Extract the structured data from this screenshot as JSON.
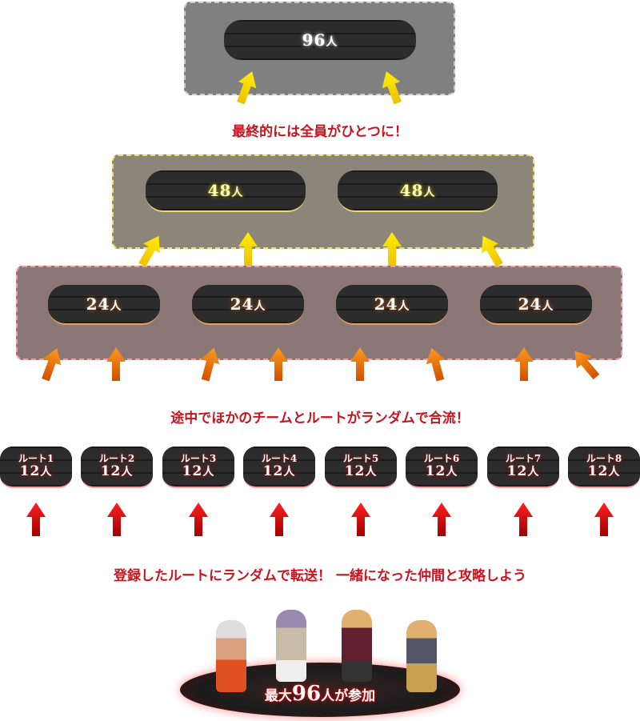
{
  "top": {
    "count": "96",
    "unit": "人"
  },
  "caption1": "最終的には全員がひとつに！",
  "level48": [
    {
      "count": "48",
      "unit": "人"
    },
    {
      "count": "48",
      "unit": "人"
    }
  ],
  "level24": [
    {
      "count": "24",
      "unit": "人"
    },
    {
      "count": "24",
      "unit": "人"
    },
    {
      "count": "24",
      "unit": "人"
    },
    {
      "count": "24",
      "unit": "人"
    }
  ],
  "caption2": "途中でほかのチームとルートがランダムで合流！",
  "routes": [
    {
      "label": "ルート1",
      "count": "12",
      "unit": "人"
    },
    {
      "label": "ルート2",
      "count": "12",
      "unit": "人"
    },
    {
      "label": "ルート3",
      "count": "12",
      "unit": "人"
    },
    {
      "label": "ルート4",
      "count": "12",
      "unit": "人"
    },
    {
      "label": "ルート5",
      "count": "12",
      "unit": "人"
    },
    {
      "label": "ルート6",
      "count": "12",
      "unit": "人"
    },
    {
      "label": "ルート7",
      "count": "12",
      "unit": "人"
    },
    {
      "label": "ルート8",
      "count": "12",
      "unit": "人"
    }
  ],
  "caption3": "登録したルートにランダムで転送！ 一緒になった仲間と攻略しよう",
  "footer": {
    "prefix": "最大",
    "count": "96",
    "suffix": "人が参加"
  },
  "colors": {
    "caption": "#c8141e",
    "yellow_arrow": "#ffee00",
    "orange_arrow": "#f07800",
    "red_arrow": "#d00010"
  }
}
